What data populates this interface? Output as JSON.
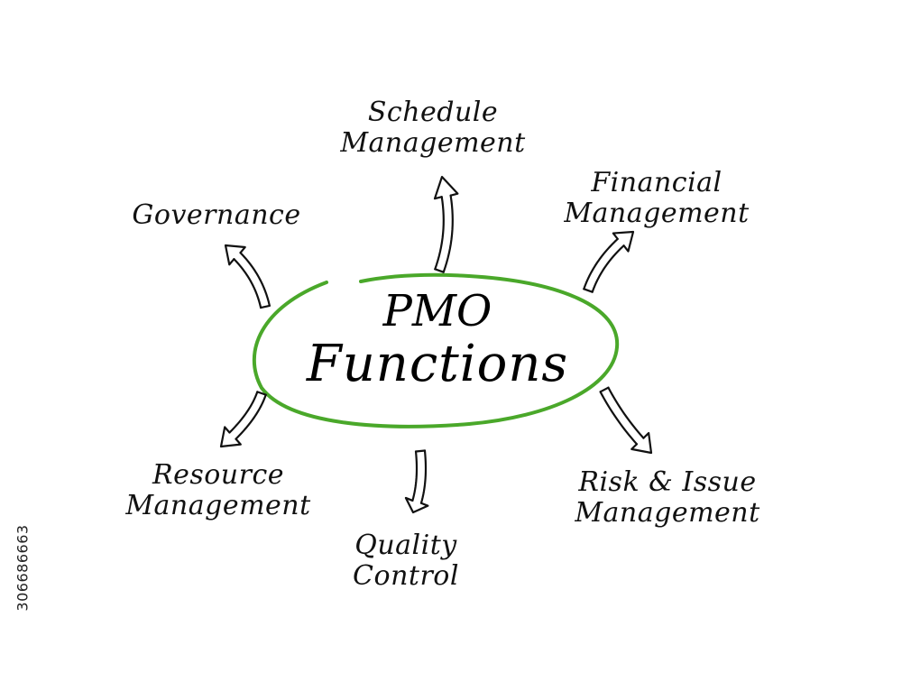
{
  "center": {
    "line1": "PMO",
    "line2": "Functions"
  },
  "nodes": [
    {
      "id": "schedule",
      "line1": "Schedule",
      "line2": "Management"
    },
    {
      "id": "financial",
      "line1": "Financial",
      "line2": "Management"
    },
    {
      "id": "governance",
      "line1": "Governance",
      "line2": ""
    },
    {
      "id": "resource",
      "line1": "Resource",
      "line2": "Management"
    },
    {
      "id": "quality",
      "line1": "Quality",
      "line2": "Control"
    },
    {
      "id": "risk",
      "line1": "Risk & Issue",
      "line2": "Management"
    }
  ],
  "stock_id": "306686663",
  "colors": {
    "ellipse": "#4aa82a",
    "text": "#111111",
    "arrow": "#111111",
    "background": "#ffffff"
  }
}
